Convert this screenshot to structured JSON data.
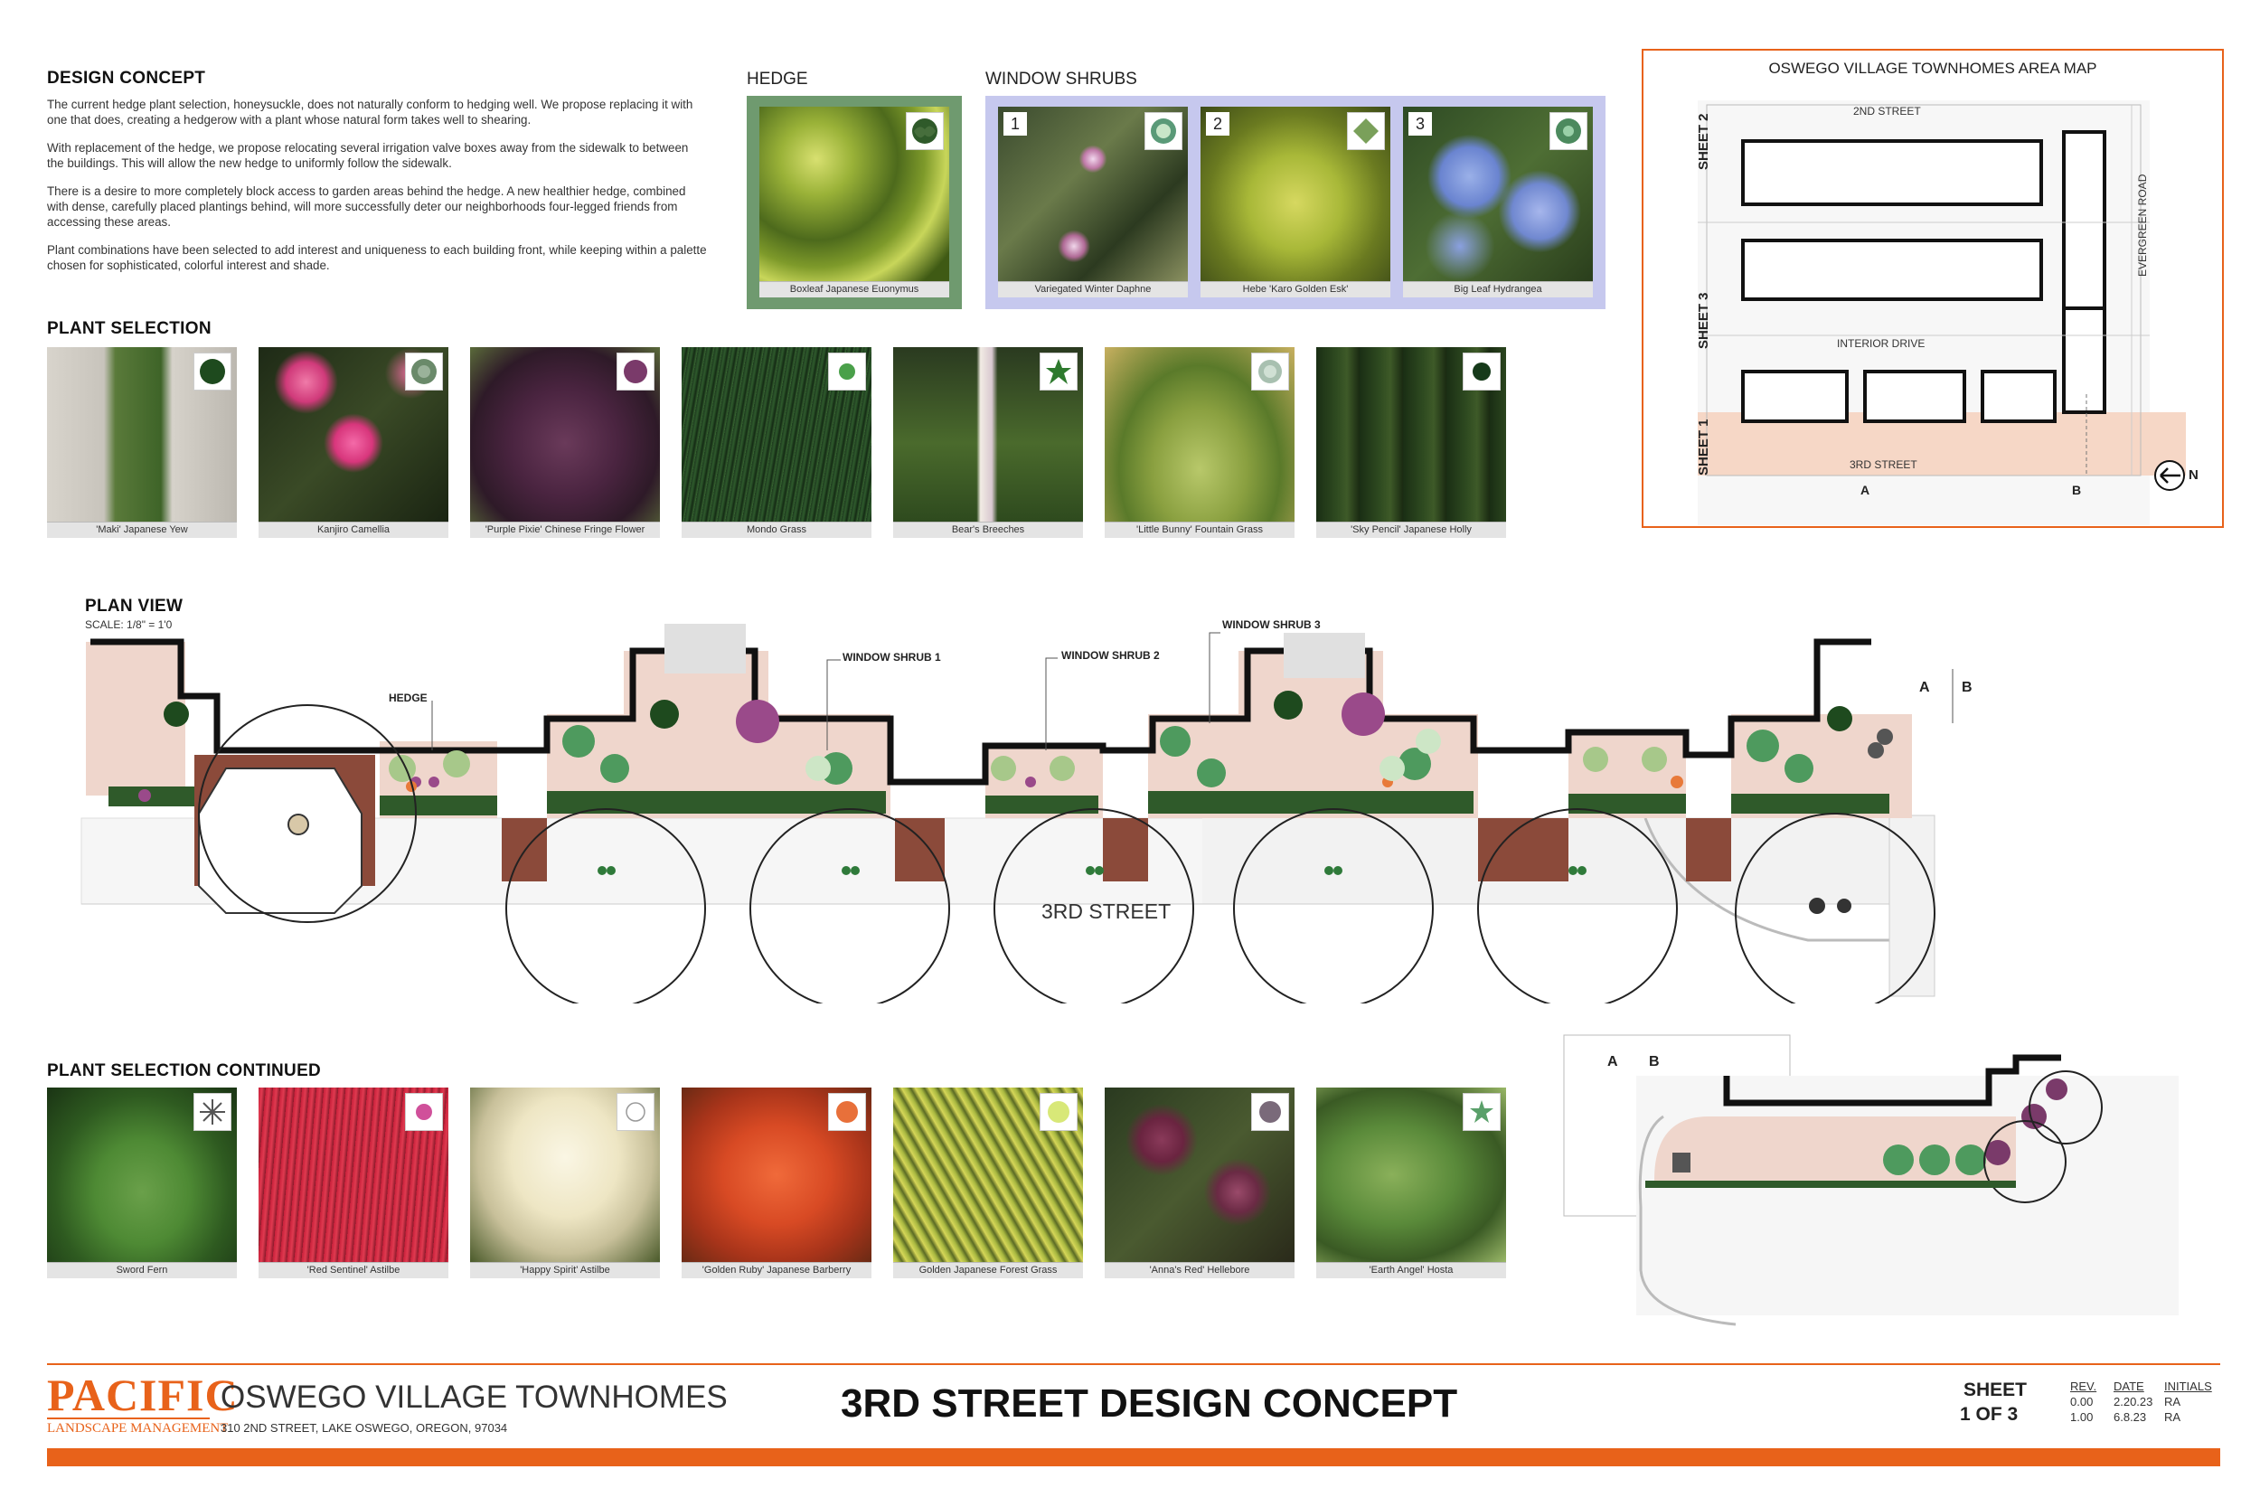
{
  "concept": {
    "heading": "DESIGN CONCEPT",
    "paragraphs": [
      "The current hedge plant selection, honeysuckle, does not naturally conform to hedging well. We propose replacing it with one that does, creating a hedgerow with a plant whose natural form takes well to shearing.",
      "With replacement of the hedge, we propose relocating several irrigation valve boxes away from the sidewalk to between the buildings. This will allow the new hedge to uniformly follow the sidewalk.",
      "There is a desire to more completely block access to garden areas behind the hedge. A new healthier hedge, combined with dense, carefully placed plantings behind, will more successfully deter our neighborhoods four-legged friends from accessing these areas.",
      "Plant combinations have been selected to add interest and uniqueness to each building front, while keeping within a palette chosen for sophisticated, colorful interest and shade."
    ]
  },
  "hedge": {
    "heading": "HEDGE",
    "caption": "Boxleaf Japanese Euonymus"
  },
  "window_shrubs": {
    "heading": "WINDOW SHRUBS",
    "items": [
      {
        "num": "1",
        "caption": "Variegated Winter Daphne"
      },
      {
        "num": "2",
        "caption": "Hebe 'Karo Golden Esk'"
      },
      {
        "num": "3",
        "caption": "Big Leaf Hydrangea"
      }
    ]
  },
  "plant_selection": {
    "heading": "PLANT SELECTION",
    "items": [
      "'Maki' Japanese Yew",
      "Kanjiro Camellia",
      "'Purple Pixie' Chinese Fringe Flower",
      "Mondo Grass",
      "Bear's Breeches",
      "'Little Bunny' Fountain Grass",
      "'Sky Pencil' Japanese Holly"
    ]
  },
  "plant_selection_continued": {
    "heading": "PLANT SELECTION CONTINUED",
    "items": [
      "Sword Fern",
      "'Red Sentinel' Astilbe",
      "'Happy Spirit' Astilbe",
      "'Golden Ruby' Japanese Barberry",
      "Golden Japanese Forest Grass",
      "'Anna's Red' Hellebore",
      "'Earth Angel' Hosta"
    ]
  },
  "area_map": {
    "title": "OSWEGO VILLAGE TOWNHOMES AREA MAP",
    "labels": {
      "street2": "2ND STREET",
      "interior": "INTERIOR DRIVE",
      "street3": "3RD STREET",
      "evergreen": "EVERGREEN ROAD",
      "a": "A",
      "b": "B",
      "north": "N"
    },
    "sheets": [
      "SHEET 2",
      "SHEET 3",
      "SHEET 1"
    ]
  },
  "plan": {
    "heading": "PLAN VIEW",
    "scale": "SCALE: 1/8\" = 1'0",
    "callouts": {
      "hedge": "HEDGE",
      "ws1": "WINDOW SHRUB 1",
      "ws2": "WINDOW SHRUB 2",
      "ws3": "WINDOW SHRUB 3"
    },
    "street": "3RD STREET",
    "match_a": "A",
    "match_b": "B"
  },
  "footer": {
    "logo_top": "PACIFIC",
    "logo_bottom": "LANDSCAPE MANAGEMENT",
    "project": "OSWEGO VILLAGE TOWNHOMES",
    "address": "310 2ND STREET, LAKE OSWEGO, OREGON, 97034",
    "sheet_title": "3RD STREET DESIGN CONCEPT",
    "sheet_label": "SHEET",
    "sheet_of": "1 OF 3",
    "rev_headers": [
      "REV.",
      "DATE",
      "INITIALS"
    ],
    "revs": [
      [
        "0.00",
        "2.20.23",
        "RA"
      ],
      [
        "1.00",
        "6.8.23",
        "RA"
      ]
    ]
  },
  "colors": {
    "accent": "#e8621a",
    "hedge_bg": "#6f9a6f",
    "shrub_bg": "#c6c8ee",
    "brick": "#8b4a3a",
    "bed": "#efd6cc",
    "hedge_green": "#2f5a2a"
  }
}
